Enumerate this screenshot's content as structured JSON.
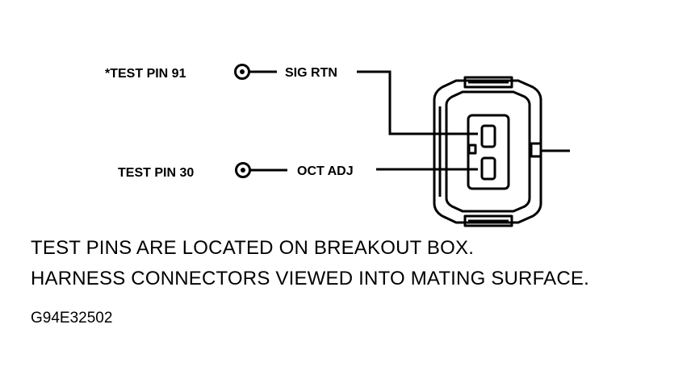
{
  "test_pins": [
    {
      "label": "*TEST PIN 91",
      "wire_label": "SIG RTN"
    },
    {
      "label": "TEST PIN 30",
      "wire_label": "OCT ADJ"
    }
  ],
  "notes": {
    "line1": "TEST PINS ARE LOCATED ON BREAKOUT BOX.",
    "line2": "HARNESS CONNECTORS VIEWED INTO MATING SURFACE."
  },
  "figure_code": "G94E32502",
  "colors": {
    "ink": "#000000",
    "background": "#ffffff"
  }
}
